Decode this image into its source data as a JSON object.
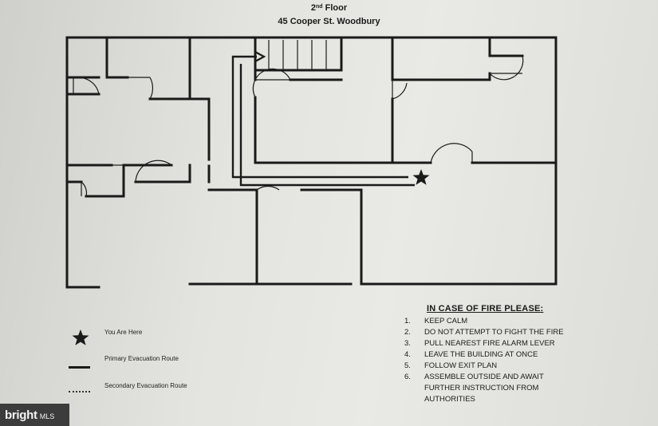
{
  "header": {
    "floor_number": "2",
    "floor_suffix": "nd",
    "floor_word": "Floor",
    "address": "45 Cooper St. Woodbury"
  },
  "legend": {
    "you_are_here": "You Are Here",
    "primary_route": "Primary Evacuation Route",
    "secondary_route": "Secondary Evacuation Route"
  },
  "instructions": {
    "title": "IN CASE OF FIRE PLEASE:",
    "items": [
      {
        "num": "1.",
        "text": "KEEP CALM"
      },
      {
        "num": "2.",
        "text": "DO NOT ATTEMPT TO FIGHT THE FIRE"
      },
      {
        "num": "3.",
        "text": "PULL NEAREST FIRE ALARM LEVER"
      },
      {
        "num": "4.",
        "text": "LEAVE THE BUILDING AT ONCE"
      },
      {
        "num": "5.",
        "text": "FOLLOW EXIT PLAN"
      },
      {
        "num": "6.",
        "text": "ASSEMBLE OUTSIDE AND AWAIT FURTHER INSTRUCTION FROM AUTHORITIES"
      }
    ]
  },
  "watermark": {
    "brand": "bright",
    "suffix": "MLS"
  },
  "colors": {
    "ink": "#1a1a1a",
    "paper": "#e6e6e2"
  }
}
